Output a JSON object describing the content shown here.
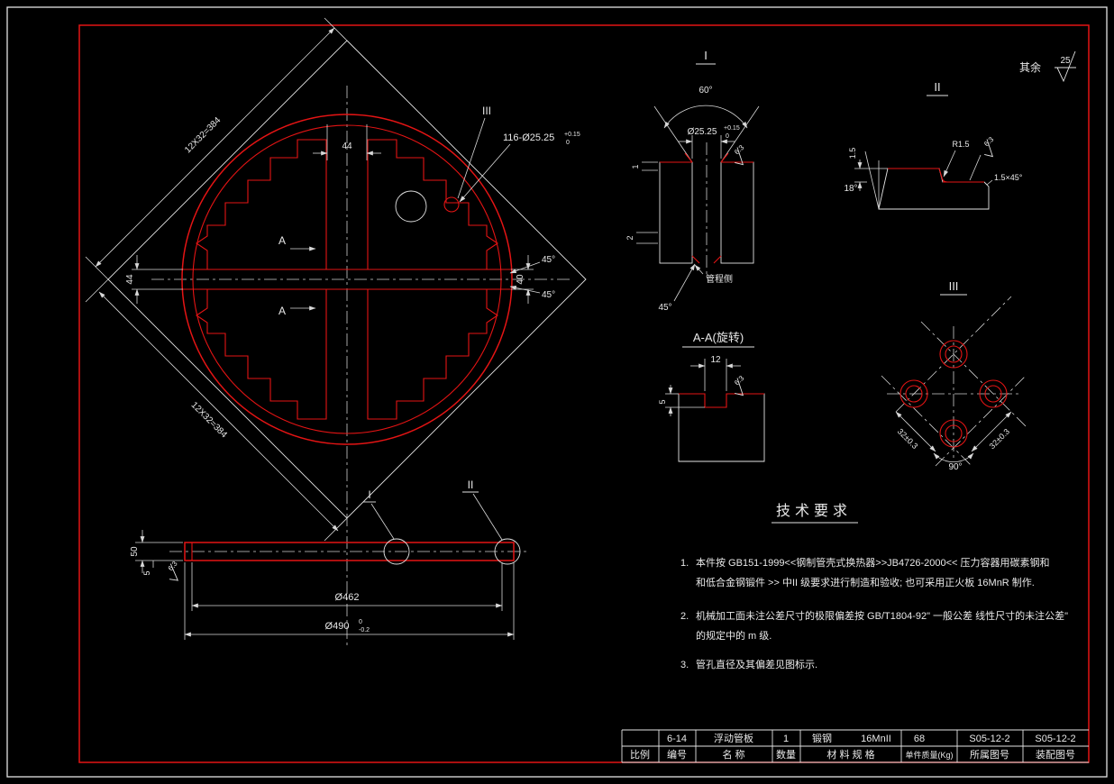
{
  "meta": {
    "background": "#000000",
    "accent_red": "#e41414",
    "line_color": "#e8e8e8"
  },
  "surface_note": {
    "label": "其余",
    "value": "25"
  },
  "main_view": {
    "dim_diag_upper": "12X32=384",
    "dim_diag_lower": "12X32=384",
    "dim_top": "44",
    "dim_left": "44",
    "dim_right": "40",
    "angle_upper": "45°",
    "angle_lower": "45°",
    "section_label_top": "A",
    "section_label_bottom": "A",
    "detail_ref": "III",
    "hole_note": "116-Ø25.25",
    "hole_note_sup": "+0.15",
    "hole_note_sub": "0"
  },
  "side_view": {
    "ref_i": "I",
    "ref_ii": "II",
    "dim_thickness": "50",
    "dim_step": "5",
    "finish": "6.3",
    "dim_inner": "Ø462",
    "dim_outer": "Ø490",
    "dim_outer_sup": "0",
    "dim_outer_sub": "-0.2"
  },
  "detail_i": {
    "title": "I",
    "angle_top": "60°",
    "dia": "Ø25.25",
    "dia_sup": "+0.15",
    "dia_sub": "0",
    "finish": "6.3",
    "dim_a": "1",
    "dim_b": "2",
    "angle_bottom": "45°",
    "side_label": "管程侧"
  },
  "detail_ii": {
    "title": "II",
    "dim": "1.5",
    "radius": "R1.5",
    "finish": "6.3",
    "chamfer": "1.5×45°",
    "angle": "18°"
  },
  "section_aa": {
    "title": "A-A(旋转)",
    "dim_width": "12",
    "finish": "6.3",
    "dim_depth": "5"
  },
  "detail_iii": {
    "title": "III",
    "dim_left": "32±0.3",
    "dim_right": "32±0.3",
    "angle": "90°"
  },
  "tech": {
    "title": "技术要求",
    "items": [
      {
        "num": "1.",
        "line1": "本件按 GB151-1999<<钢制管壳式换热器>>JB4726-2000<< 压力容器用碳素钢和",
        "line2": "和低合金钢锻件 >> 中II 级要求进行制造和验收; 也可采用正火板 16MnR 制作."
      },
      {
        "num": "2.",
        "line1": "机械加工面未注公差尺寸的极限偏差按 GB/T1804-92\" 一般公差 线性尺寸的未注公差\"",
        "line2": "的规定中的 m 级."
      },
      {
        "num": "3.",
        "line1": "管孔直径及其偏差见图标示.",
        "line2": ""
      }
    ]
  },
  "title_block": {
    "values": {
      "code": "6-14",
      "name": "浮动管板",
      "qty": "1",
      "material": "锻钢",
      "material_spec": "16MnII",
      "mass": "68",
      "drawing_no": "S05-12-2",
      "assembly_no": "S05-12-2"
    },
    "labels": {
      "scale": "比例",
      "code": "编号",
      "name": "名  称",
      "qty": "数量",
      "material": "材 料 规 格",
      "mass": "单件质量(Kg)",
      "drawing_no": "所属图号",
      "assembly_no": "装配图号"
    }
  }
}
